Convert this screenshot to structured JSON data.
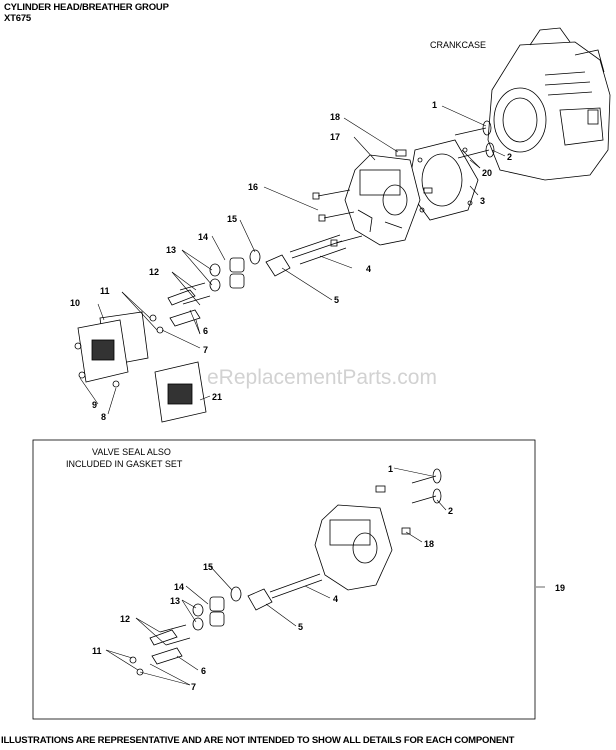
{
  "header": {
    "title": "CYLINDER HEAD/BREATHER GROUP",
    "model": "XT675"
  },
  "labels": {
    "crankcase": "CRANKCASE",
    "note_line1": "VALVE SEAL ALSO",
    "note_line2": "INCLUDED IN GASKET SET"
  },
  "watermark": "eReplacementParts.com",
  "footer": "ILLUSTRATIONS ARE REPRESENTATIVE AND ARE NOT INTENDED TO SHOW ALL DETAILS FOR EACH COMPONENT",
  "callouts_top": [
    "1",
    "2",
    "3",
    "4",
    "5",
    "6",
    "7",
    "8",
    "9",
    "10",
    "11",
    "12",
    "13",
    "14",
    "15",
    "16",
    "17",
    "18",
    "20",
    "21"
  ],
  "callouts_bottom": [
    "1",
    "2",
    "4",
    "5",
    "6",
    "7",
    "11",
    "12",
    "13",
    "14",
    "15",
    "18",
    "19"
  ]
}
